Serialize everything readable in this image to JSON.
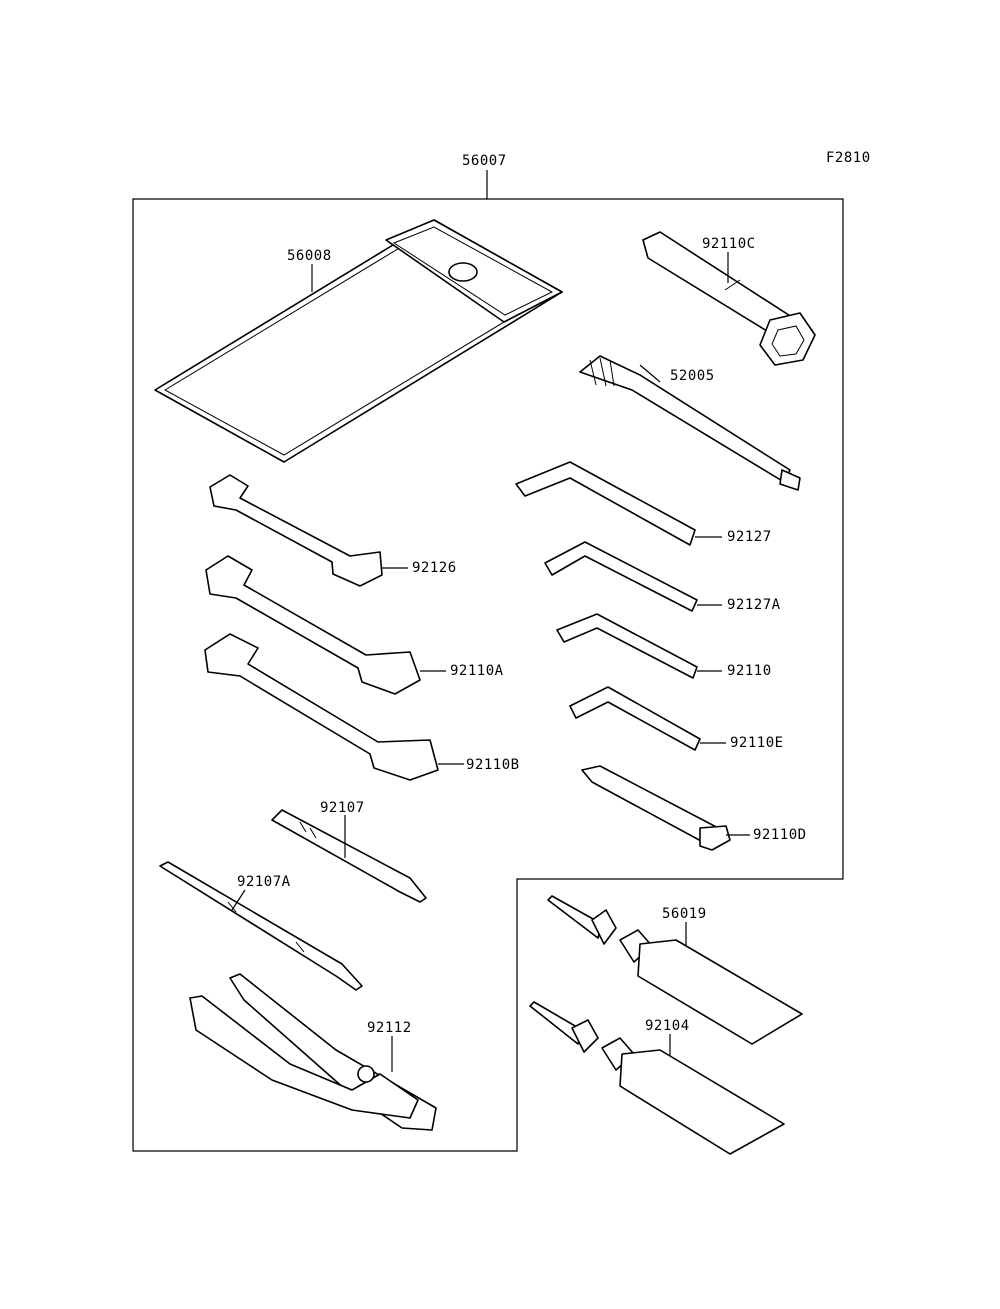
{
  "figure_code": "F2810",
  "callouts": {
    "kit": "56007",
    "bag": "56008",
    "plug_wrench": "92110C",
    "screwdriver_grip": "52005",
    "hex_key_1": "92127",
    "hex_key_2": "92127A",
    "hex_key_3": "92110",
    "hex_key_4": "92110E",
    "spoke_wrench": "92110D",
    "wrench_small": "92126",
    "wrench_mid": "92110A",
    "wrench_large": "92110B",
    "screwdriver_bit": "92107",
    "screwdriver": "92107A",
    "pliers": "92112",
    "grease_tube_1": "56019",
    "grease_tube_2": "92104"
  }
}
